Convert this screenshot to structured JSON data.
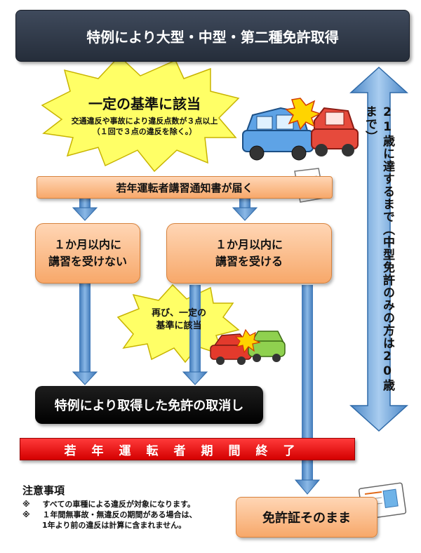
{
  "header": {
    "title": "特例により大型・中型・第二種免許取得"
  },
  "burst1": {
    "title": "一定の基準に該当",
    "line1": "交通違反や事故により違反点数が３点以上",
    "line2": "（１回で３点の違反を除く。）"
  },
  "notice": {
    "label": "若年運転者講習通知書が届く"
  },
  "left_box": {
    "line1": "１か月以内に",
    "line2": "講習を受けない"
  },
  "right_box": {
    "line1": "１か月以内に",
    "line2": "講習を受ける"
  },
  "burst2": {
    "line1": "再び、一定の",
    "line2": "基準に該当"
  },
  "revoke": {
    "label": "特例により取得した免許の取消し"
  },
  "period_end": {
    "label": "若年運転者期間終了"
  },
  "final": {
    "label": "免許証そのまま"
  },
  "side_arrow": {
    "label": "21歳に達するまで（中型免許のみの方は20歳まで）"
  },
  "notes": {
    "title": "注意事項",
    "items": [
      {
        "mark": "※",
        "text": "すべての車種による違反が対象になります。"
      },
      {
        "mark": "※",
        "text": "１年間無事故・無違反の期間がある場合は、"
      }
    ],
    "continuation": "1年より前の違反は計算に含まれません。"
  },
  "colors": {
    "header_bg": "#2f3847",
    "box_orange": "#f7a86a",
    "arrow_blue": "#5b9bd5",
    "burst_yellow": "#ffff66",
    "red_bar": "#e00000"
  }
}
